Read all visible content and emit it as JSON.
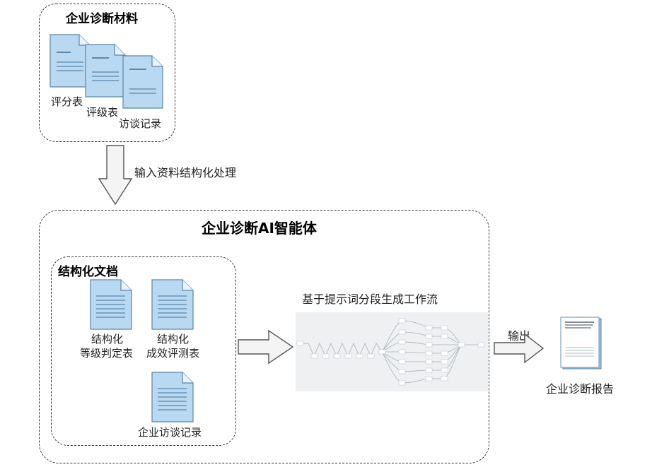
{
  "materials": {
    "title": "企业诊断材料",
    "docs": [
      "评分表",
      "评级表",
      "访谈记录"
    ]
  },
  "step_input": "输入资料结构化处理",
  "agent": {
    "title": "企业诊断AI智能体",
    "structured": {
      "title": "结构化文档",
      "docs": [
        {
          "line1": "结构化",
          "line2": "等级判定表"
        },
        {
          "line1": "结构化",
          "line2": "成效评测表"
        },
        {
          "line1": "",
          "line2": "企业访谈记录"
        }
      ]
    },
    "workflow_label": "基于提示词分段生成工作流"
  },
  "output_label": "输出",
  "report_label": "企业诊断报告",
  "colors": {
    "doc_fill": "#b9d9f2",
    "doc_stroke": "#5b86a8",
    "arrow_fill": "#f4f4f4",
    "arrow_stroke": "#555555",
    "workflow_bg": "#eef0f2"
  }
}
